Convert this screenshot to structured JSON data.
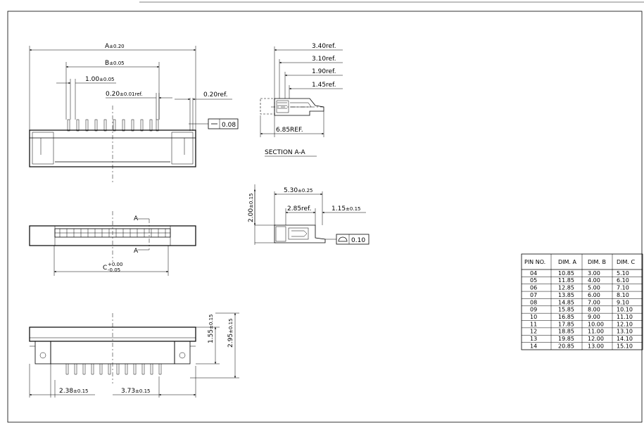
{
  "top_view": {
    "dim_a": "A",
    "dim_a_tol": "±0.20",
    "dim_b": "B",
    "dim_b_tol": "±0.05",
    "pitch": "1.00",
    "pitch_tol": "±0.05",
    "pin_width": "0.20",
    "pin_width_tol": "±0.01ref.",
    "pin_thick": "0.20ref.",
    "flatness": "0.08"
  },
  "section": {
    "title": "SECTION A-A",
    "d1": "3.40ref.",
    "d2": "3.10ref.",
    "d3": "1.90ref.",
    "d4": "1.45ref.",
    "d5": "6.85REF."
  },
  "side_view": {
    "width": "5.30",
    "width_tol": "±0.25",
    "height": "2.00",
    "height_tol": "±0.15",
    "inner": "2.85ref.",
    "lead": "1.15",
    "lead_tol": "±0.15",
    "profile": "0.10"
  },
  "middle_view": {
    "dim_c": "C",
    "dim_c_tol_plus": "+0.00",
    "dim_c_tol_minus": "-0.05",
    "marker_top": "A",
    "marker_bottom": "A"
  },
  "front_view": {
    "h1": "1.55",
    "h1_tol": "±0.15",
    "h2": "2.95",
    "h2_tol": "±0.15",
    "w1": "2.38",
    "w1_tol": "±0.15",
    "w2": "3.73",
    "w2_tol": "±0.15"
  },
  "table": {
    "headers": [
      "PIN NO.",
      "DIM. A",
      "DIM. B",
      "DIM. C"
    ],
    "rows": [
      [
        "04",
        "10.85",
        "3.00",
        "5.10"
      ],
      [
        "05",
        "11.85",
        "4.00",
        "6.10"
      ],
      [
        "06",
        "12.85",
        "5.00",
        "7.10"
      ],
      [
        "07",
        "13.85",
        "6.00",
        "8.10"
      ],
      [
        "08",
        "14.85",
        "7.00",
        "9.10"
      ],
      [
        "09",
        "15.85",
        "8.00",
        "10.10"
      ],
      [
        "10",
        "16.85",
        "9.00",
        "11.10"
      ],
      [
        "11",
        "17.85",
        "10.00",
        "12.10"
      ],
      [
        "12",
        "18.85",
        "11.00",
        "13.10"
      ],
      [
        "13",
        "19.85",
        "12.00",
        "14.10"
      ],
      [
        "14",
        "20.85",
        "13.00",
        "15.10"
      ]
    ]
  }
}
